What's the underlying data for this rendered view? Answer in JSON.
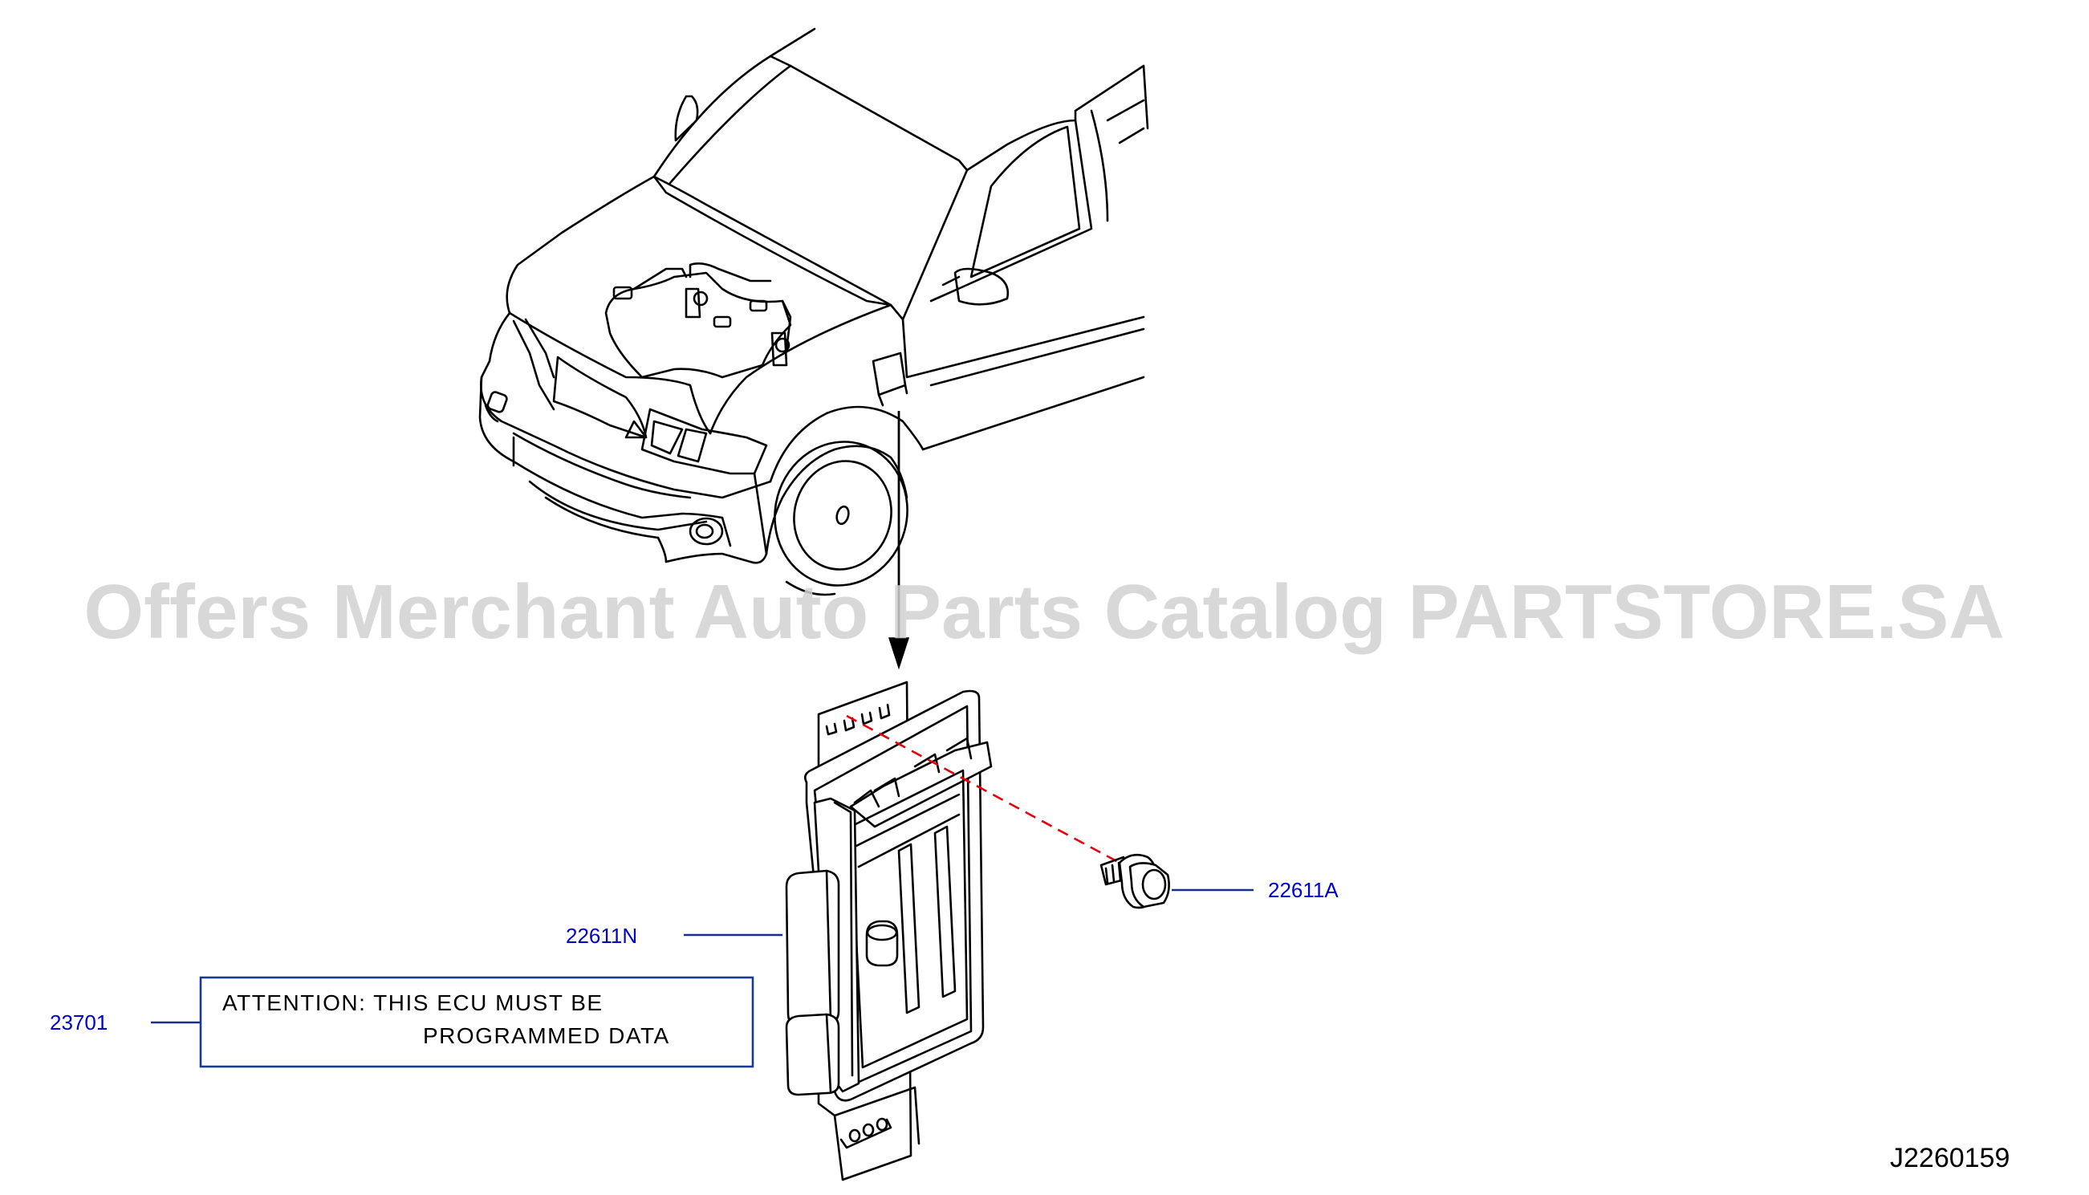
{
  "watermark": "Offers Merchant Auto Parts Catalog PARTSTORE.SA",
  "callouts": {
    "screw": "22611A",
    "ecu": "22611N",
    "note_ref": "23701"
  },
  "note": {
    "line1": "ATTENTION:  THIS  ECU  MUST  BE",
    "line2": "PROGRAMMED  DATA"
  },
  "diagram_ref": "J2260159",
  "colors": {
    "callout_text": "#0000cc",
    "callout_line": "#1a2f8a",
    "fastener_path": "#e8000b",
    "watermark": "#d2d2d2"
  }
}
